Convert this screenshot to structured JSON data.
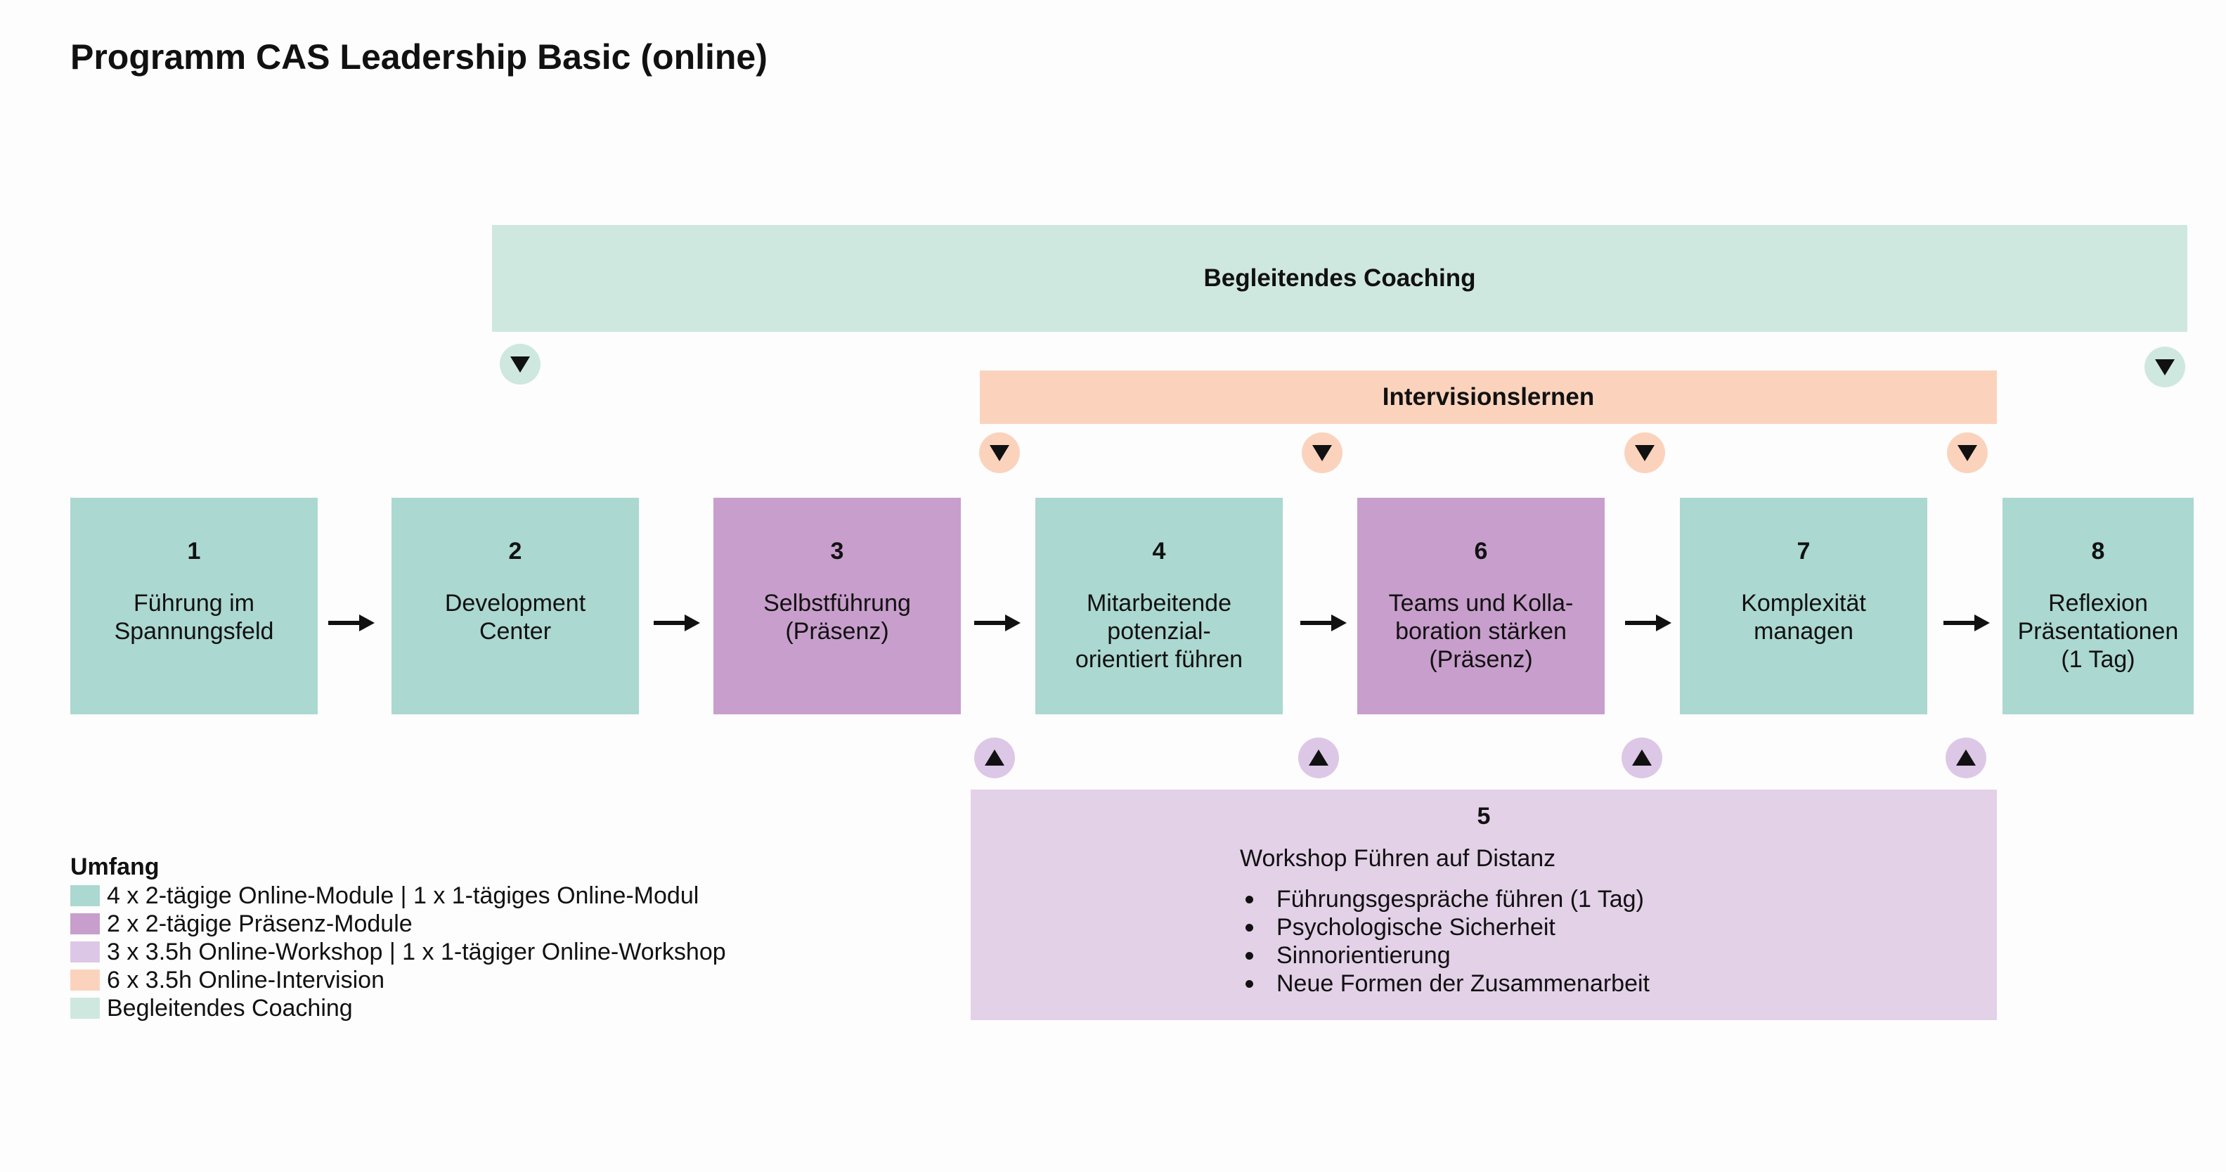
{
  "title": "Programm CAS Leadership Basic (online)",
  "colors": {
    "online_module": "#abd8d0",
    "praesenz_module": "#c89ecc",
    "online_workshop": "#dcc8e6",
    "online_intervision": "#fbd3bd",
    "coaching": "#cfe8df"
  },
  "coaching": {
    "label": "Begleitendes Coaching"
  },
  "intervision": {
    "label": "Intervisionslernen"
  },
  "modules": [
    {
      "number": "1",
      "label": "Führung im\nSpannungsfeld",
      "type": "online"
    },
    {
      "number": "2",
      "label": "Development\nCenter",
      "type": "online"
    },
    {
      "number": "3",
      "label": "Selbstführung\n(Präsenz)",
      "type": "praesenz"
    },
    {
      "number": "4",
      "label": "Mitarbeitende\npotenzial-\norientiert führen",
      "type": "online"
    },
    {
      "number": "6",
      "label": "Teams und Kolla-\nboration stärken\n(Präsenz)",
      "type": "praesenz"
    },
    {
      "number": "7",
      "label": "Komplexität\nmanagen",
      "type": "online"
    },
    {
      "number": "8",
      "label": "Reflexion\nPräsentationen\n(1 Tag)",
      "type": "online"
    }
  ],
  "workshop": {
    "number": "5",
    "title": "Workshop Führen auf Distanz",
    "items": [
      "Führungsgespräche führen (1 Tag)",
      "Psychologische Sicherheit",
      "Sinnorientierung",
      "Neue Formen der Zusammenarbeit"
    ]
  },
  "legend": {
    "title": "Umfang",
    "items": [
      {
        "label": "4 x 2-tägige Online-Module | 1 x 1-tägiges Online-Modul",
        "color": "#abd8d0"
      },
      {
        "label": "2 x 2-tägige Präsenz-Module",
        "color": "#c89ecc"
      },
      {
        "label": "3 x 3.5h Online-Workshop | 1 x 1-tägiger Online-Workshop",
        "color": "#dcc8e6"
      },
      {
        "label": "6 x 3.5h Online-Intervision",
        "color": "#fbd3bd"
      },
      {
        "label": "Begleitendes Coaching",
        "color": "#cfe8df"
      }
    ]
  },
  "icons": {
    "arrow": "arrow-right-icon",
    "marker_down": "triangle-down-icon",
    "marker_up": "triangle-up-icon"
  }
}
